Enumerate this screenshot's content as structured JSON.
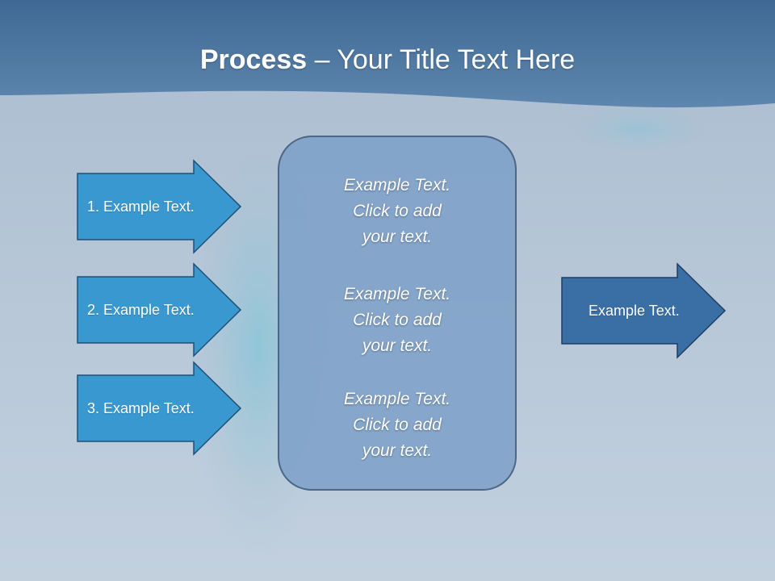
{
  "title": {
    "bold": "Process",
    "rest": " – Your Title Text Here"
  },
  "inputs": [
    {
      "label": "1. Example Text."
    },
    {
      "label": "2. Example Text."
    },
    {
      "label": "3. Example Text."
    }
  ],
  "center": {
    "blocks": [
      {
        "line1": "Example Text.",
        "line2": "Click  to add",
        "line3": "your text."
      },
      {
        "line1": "Example Text.",
        "line2": "Click  to add",
        "line3": "your text."
      },
      {
        "line1": "Example Text.",
        "line2": "Click  to add",
        "line3": "your text."
      }
    ]
  },
  "output": {
    "label": "Example Text."
  },
  "colors": {
    "header": "#4f76a0",
    "input_arrow": "#3a98d0",
    "output_arrow": "#3a6fa6",
    "center_box": "#7da0c8"
  }
}
